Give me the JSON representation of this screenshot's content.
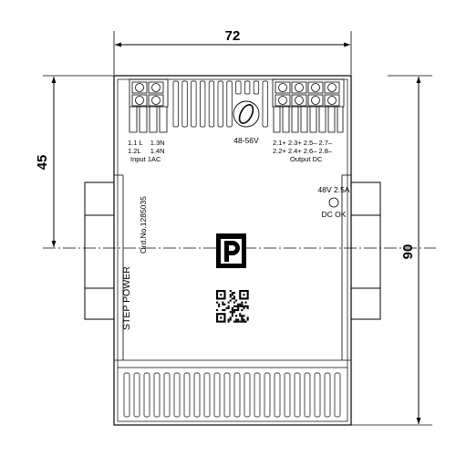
{
  "dimensions": {
    "width": "72",
    "height": "90",
    "partial_height": "45"
  },
  "device": {
    "voltage_range": "48-56V",
    "input_terminals": {
      "row1": "1.1 L    1.3N",
      "row2": "1.2L     1.4N",
      "label": "Input 1AC"
    },
    "output_terminals": {
      "row1": "2.1+ 2.3+ 2.5– 2.7–",
      "row2": "2.2+ 2.4+ 2.6– 2.8–",
      "label": "Output DC"
    },
    "rating": "48V 2.5A",
    "status_led_label": "DC OK",
    "product_name": "STEP POWER",
    "order_number": "Ord.No.1285035"
  }
}
